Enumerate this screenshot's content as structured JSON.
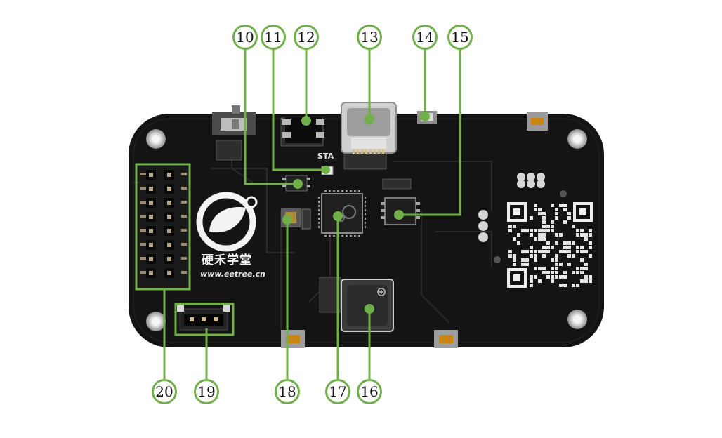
{
  "board": {
    "logo_text": "硬禾学堂",
    "website": "www.eetree.cn",
    "status_led_label": "STA",
    "colors": {
      "pcb": "#141414",
      "callout": "#6fb048",
      "header": "#b8a78a"
    }
  },
  "callouts": [
    {
      "label": "10"
    },
    {
      "label": "11"
    },
    {
      "label": "12"
    },
    {
      "label": "13"
    },
    {
      "label": "14"
    },
    {
      "label": "15"
    },
    {
      "label": "16"
    },
    {
      "label": "17"
    },
    {
      "label": "18"
    },
    {
      "label": "19"
    },
    {
      "label": "20"
    }
  ]
}
